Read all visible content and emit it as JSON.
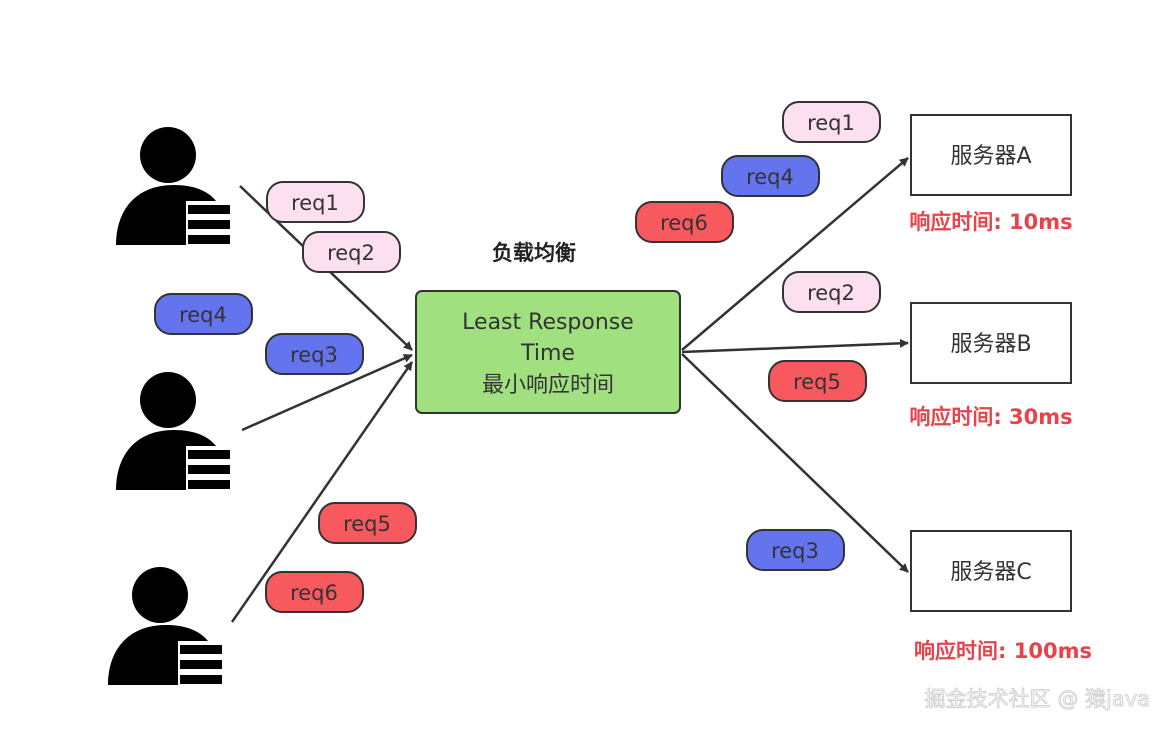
{
  "title": "负载均衡",
  "balancer": {
    "line1": "Least Response",
    "line2": "Time",
    "line3": "最小响应时间",
    "fill": "#a0e07f"
  },
  "servers": [
    {
      "name": "服务器A",
      "response_label": "响应时间: 10ms"
    },
    {
      "name": "服务器B",
      "response_label": "响应时间: 30ms"
    },
    {
      "name": "服务器C",
      "response_label": "响应时间: 100ms"
    }
  ],
  "requests": {
    "client1": [
      "req1",
      "req2"
    ],
    "client2": [
      "req4",
      "req3"
    ],
    "client3": [
      "req5",
      "req6"
    ],
    "serverA": [
      "req1",
      "req4",
      "req6"
    ],
    "serverB": [
      "req2",
      "req5"
    ],
    "serverC": [
      "req3"
    ]
  },
  "colors": {
    "req1": "#fde0ef",
    "req2": "#fde0ef",
    "req3": "#6474ee",
    "req4": "#6474ee",
    "req5": "#f7595f",
    "req6": "#f7595f",
    "response_text": "#e8434b",
    "arrow": "#333333"
  },
  "watermark": "掘金技术社区 @ 猿java"
}
